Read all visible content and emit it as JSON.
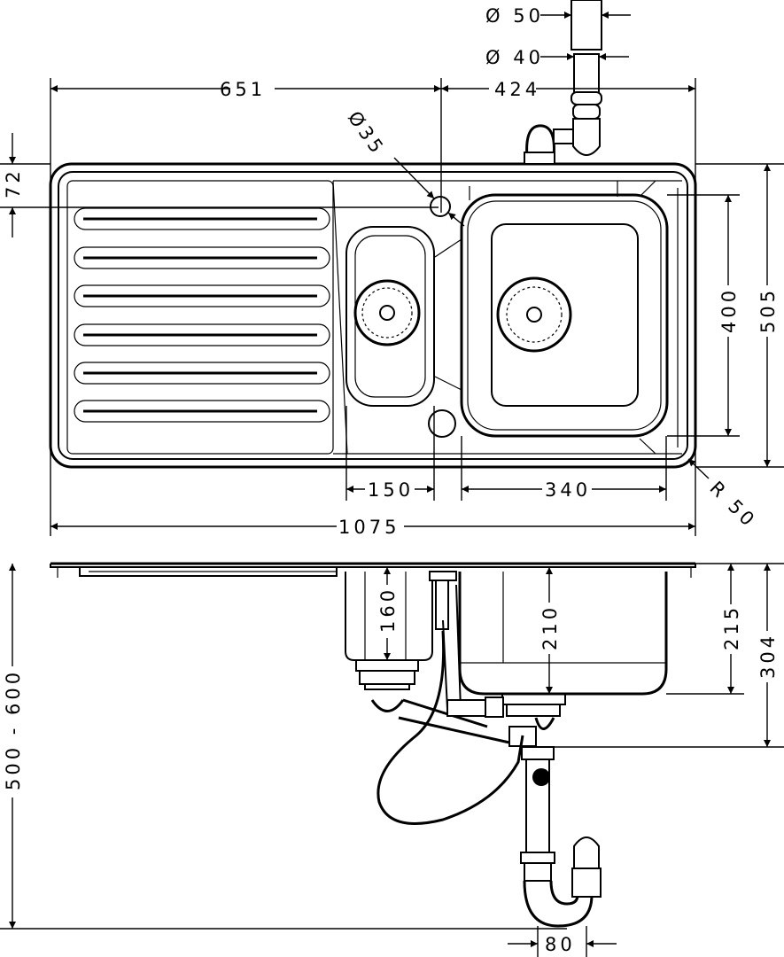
{
  "top_view": {
    "waste_pipe_outer_diameter": "Ø 50",
    "waste_pipe_inner_diameter": "Ø 40",
    "drainer_length": "651",
    "bowl_section_length": "424",
    "tap_hole_diameter": "Ø35",
    "tap_hole_offset": "72",
    "overall_depth": "505",
    "main_bowl_depth": "400",
    "small_bowl_width": "150",
    "main_bowl_width": "340",
    "corner_radius": "R 50",
    "overall_length": "1075"
  },
  "side_view": {
    "cabinet_height": "500 - 600",
    "small_bowl_height": "160",
    "main_bowl_height": "210",
    "main_bowl_outer_height": "215",
    "overall_height_to_outlet": "304",
    "trap_offset": "80"
  }
}
